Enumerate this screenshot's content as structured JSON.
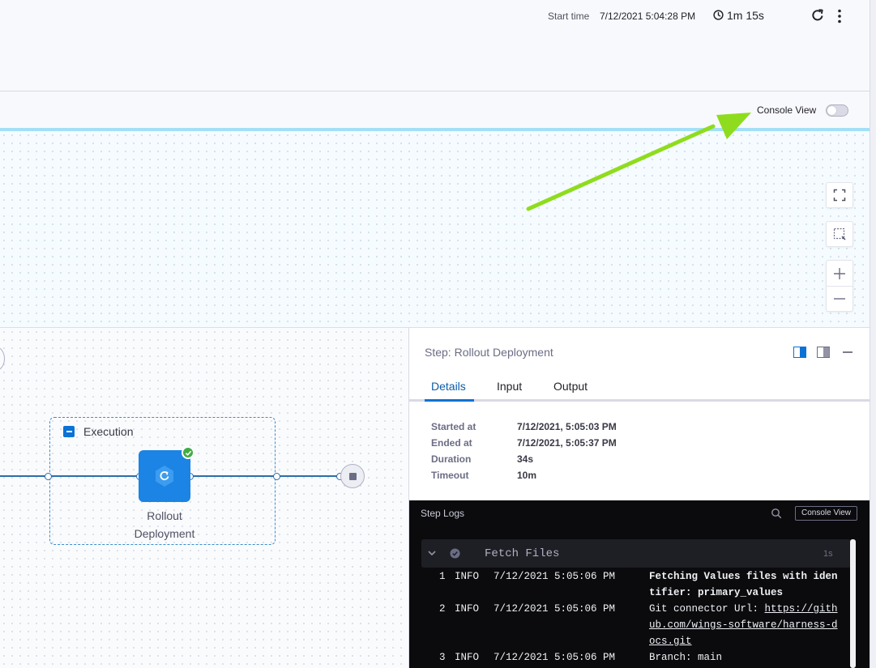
{
  "header": {
    "start_label": "Start time",
    "start_value": "7/12/2021 5:04:28 PM",
    "duration": "1m 15s"
  },
  "toolbar": {
    "console_view_label": "Console View",
    "console_view_enabled": false
  },
  "graph": {
    "stage_label": "Execution",
    "step_label_line1": "Rollout",
    "step_label_line2": "Deployment",
    "step_status": "success"
  },
  "panel": {
    "title": "Step: Rollout Deployment",
    "tabs": [
      {
        "label": "Details",
        "active": true
      },
      {
        "label": "Input",
        "active": false
      },
      {
        "label": "Output",
        "active": false
      }
    ],
    "details": [
      {
        "label": "Started at",
        "value": "7/12/2021, 5:05:03 PM"
      },
      {
        "label": "Ended at",
        "value": "7/12/2021, 5:05:37 PM"
      },
      {
        "label": "Duration",
        "value": "34s"
      },
      {
        "label": "Timeout",
        "value": "10m"
      }
    ]
  },
  "logs": {
    "title": "Step Logs",
    "console_view_button": "Console View",
    "section": {
      "title": "Fetch Files",
      "time": "1s"
    },
    "lines": [
      {
        "num": "1",
        "level": "INFO",
        "time": "7/12/2021 5:05:06 PM",
        "message": "Fetching Values files with identifier: primary_values"
      },
      {
        "num": "2",
        "level": "INFO",
        "time": "7/12/2021 5:05:06 PM",
        "message_prefix": "Git connector Url: ",
        "link": "https://github.com/wings-software/harness-docs.git"
      },
      {
        "num": "3",
        "level": "INFO",
        "time": "7/12/2021 5:05:06 PM",
        "message": "Branch: main"
      }
    ]
  },
  "colors": {
    "accent": "#0b72d6",
    "node": "#1b84e4",
    "success": "#42ab45",
    "annotation_arrow": "#8fdc1e"
  },
  "icons": [
    "clock-icon",
    "refresh-icon",
    "kebab-menu-icon",
    "fullscreen-icon",
    "select-area-icon",
    "zoom-in-icon",
    "zoom-out-icon",
    "rollout-icon",
    "check-icon",
    "split-view-icon",
    "panel-view-icon",
    "minimize-icon",
    "search-icon",
    "chevron-down-icon",
    "success-circle-icon"
  ]
}
